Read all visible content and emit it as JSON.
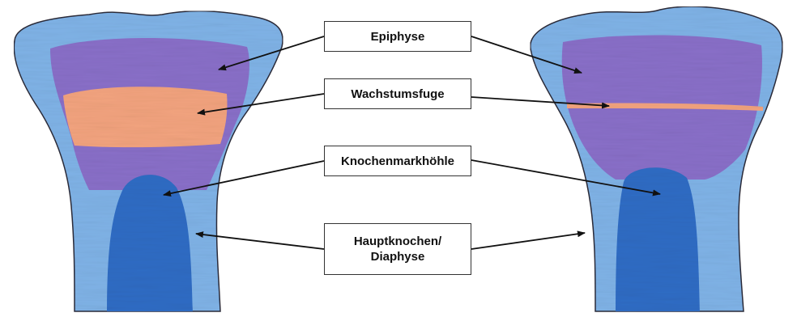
{
  "labels": {
    "epiphyse": "Epiphyse",
    "wachstumsfuge": "Wachstumsfuge",
    "knochenmarkhoehle": "Knochenmarkhöhle",
    "hauptknochen_line1": "Hauptknochen/",
    "hauptknochen_line2": "Diaphyse"
  },
  "colors": {
    "bone_outer": "#7fb2e6",
    "bone_edge": "#2b2b3a",
    "epiphysis": "#8a6cc6",
    "growth_plate": "#f2a37e",
    "marrow": "#2f6cc4",
    "arrow": "#111111"
  }
}
